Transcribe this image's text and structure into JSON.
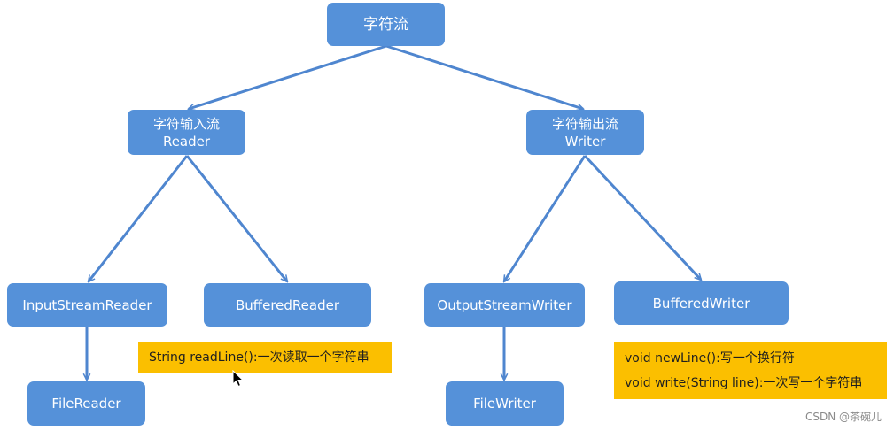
{
  "root": {
    "label": "字符流"
  },
  "reader": {
    "line1": "字符输入流",
    "line2": "Reader"
  },
  "writer": {
    "line1": "字符输出流",
    "line2": "Writer"
  },
  "input_stream_reader": {
    "label": "InputStreamReader"
  },
  "buffered_reader": {
    "label": "BufferedReader"
  },
  "output_stream_writer": {
    "label": "OutputStreamWriter"
  },
  "buffered_writer": {
    "label": "BufferedWriter"
  },
  "file_reader": {
    "label": "FileReader"
  },
  "file_writer": {
    "label": "FileWriter"
  },
  "reader_note": {
    "line1": "String readLine():一次读取一个字符串"
  },
  "writer_note": {
    "line1": "void newLine():写一个换行符",
    "line2": "void write(String line):一次写一个字符串"
  },
  "watermark": "CSDN @茶碗儿",
  "colors": {
    "node_fill": "#5591d9",
    "arrow": "#4f86cf",
    "note_fill": "#fbbf00"
  }
}
